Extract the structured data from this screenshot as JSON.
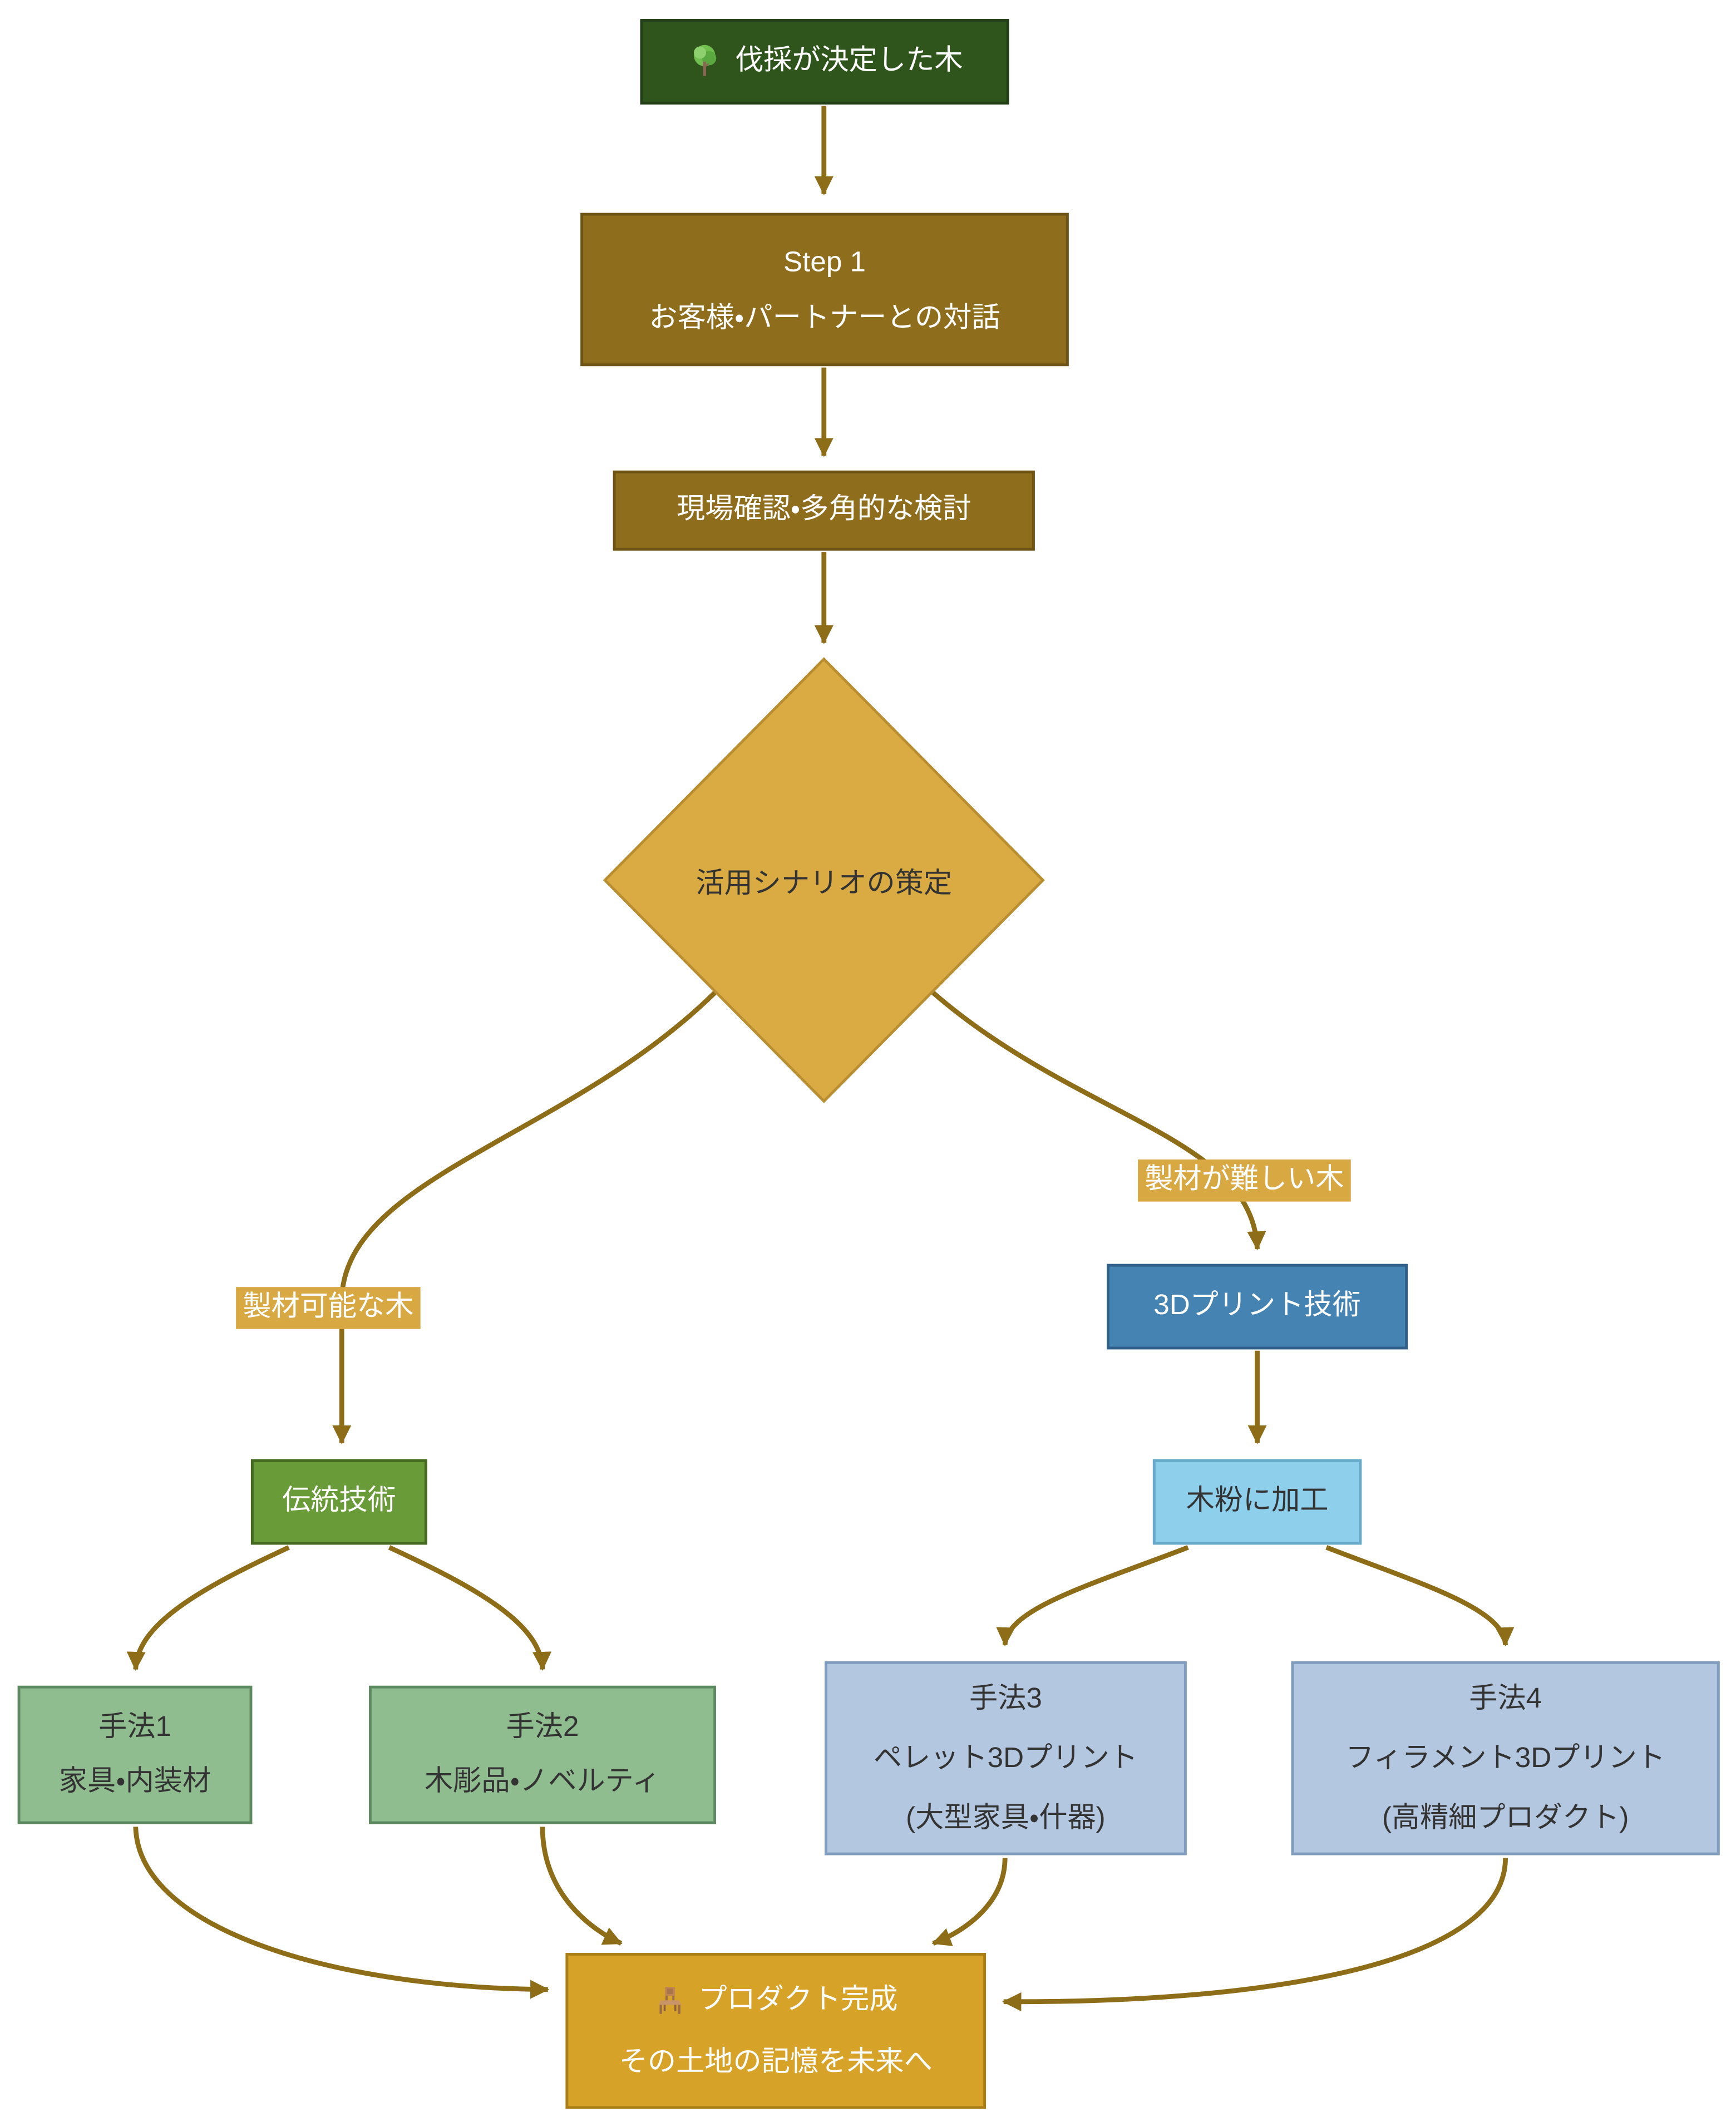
{
  "diagram": {
    "type": "flowchart",
    "nodes": {
      "felled_tree": {
        "label": "伐採が決定した木",
        "icon": "tree-icon"
      },
      "step1": {
        "title": "Step 1",
        "subtitle": "お客様・パートナーとの対話"
      },
      "site_check": {
        "label": "現場確認・多角的な検討"
      },
      "scenario_decision": {
        "label": "活用シナリオの策定"
      },
      "print_tech": {
        "label": "3Dプリント技術"
      },
      "traditional_tech": {
        "label": "伝統技術"
      },
      "wood_powder": {
        "label": "木粉に加工"
      },
      "method1": {
        "title": "手法1",
        "subtitle": "家具・内装材"
      },
      "method2": {
        "title": "手法2",
        "subtitle": "木彫品・ノベルティ"
      },
      "method3": {
        "title": "手法3",
        "subtitle": "ペレット3Dプリント",
        "note": "(大型家具・什器)"
      },
      "method4": {
        "title": "手法4",
        "subtitle": "フィラメント3Dプリント",
        "note": "(高精細プロダクト)"
      },
      "product_done": {
        "title": "プロダクト完成",
        "subtitle": "その土地の記憶を未来へ",
        "icon": "chair-icon"
      }
    },
    "edge_labels": {
      "sawable": "製材可能な木",
      "hard_to_saw": "製材が難しい木"
    },
    "colors": {
      "background": "#ffffff",
      "edge_stroke": "#8E6D18",
      "tree_node_fill": "#2F541C",
      "step_node_fill": "#8E6E1C",
      "decision_fill": "#D9AB42",
      "edge_label_fill": "#D8A843",
      "print_tech_fill": "#4583B2",
      "traditional_fill": "#699B38",
      "wood_powder_fill": "#8ECFEC",
      "method_green_fill": "#90BD90",
      "method_blue_fill": "#B4C7E0",
      "product_fill": "#D7A228",
      "dark_text": "#333333",
      "light_text": "#ffffff"
    }
  }
}
